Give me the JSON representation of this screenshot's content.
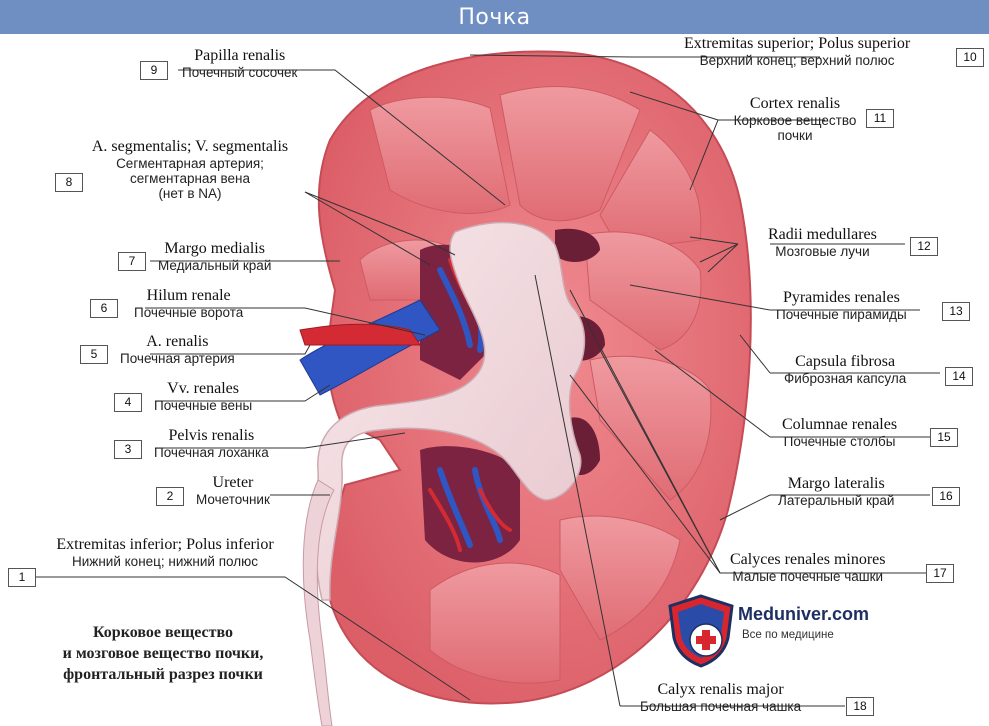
{
  "title": "Почка",
  "caption": [
    "Корковое вещество",
    "и мозговое вещество почки,",
    "фронтальный разрез почки"
  ],
  "logo": {
    "brand": "Meduniver.com",
    "slogan": "Все по медицине",
    "icon": "medical-cross-shield-icon"
  },
  "colors": {
    "header": "#6f8fc2",
    "cortex": "#e9737a",
    "pyramid": "#e8868c",
    "sinus": "#f2dde1",
    "artery": "#d42a34",
    "vein": "#2f56c2",
    "logo_red": "#d8262e",
    "logo_blue": "#1e2f63"
  },
  "labels": [
    {
      "num": "1",
      "latin": "Extremitas inferior; Polus inferior",
      "russian": "Нижний конец; нижний полюс"
    },
    {
      "num": "2",
      "latin": "Ureter",
      "russian": "Мочеточник"
    },
    {
      "num": "3",
      "latin": "Pelvis renalis",
      "russian": "Почечная лоханка"
    },
    {
      "num": "4",
      "latin": "Vv. renales",
      "russian": "Почечные вены"
    },
    {
      "num": "5",
      "latin": "A. renalis",
      "russian": "Почечная артерия"
    },
    {
      "num": "6",
      "latin": "Hilum renale",
      "russian": "Почечные ворота"
    },
    {
      "num": "7",
      "latin": "Margo medialis",
      "russian": "Медиальный край"
    },
    {
      "num": "8",
      "latin": "A. segmentalis; V. segmentalis",
      "russian": "Сегментарная артерия; сегментарная вена",
      "note": "(нет в NA)"
    },
    {
      "num": "9",
      "latin": "Papilla renalis",
      "russian": "Почечный сосочек"
    },
    {
      "num": "10",
      "latin": "Extremitas superior; Polus superior",
      "russian": "Верхний конец; верхний полюс"
    },
    {
      "num": "11",
      "latin": "Cortex renalis",
      "russian": "Корковое вещество почки"
    },
    {
      "num": "12",
      "latin": "Radii medullares",
      "russian": "Мозговые лучи"
    },
    {
      "num": "13",
      "latin": "Pyramides renales",
      "russian": "Почечные пирамиды"
    },
    {
      "num": "14",
      "latin": "Capsula fibrosa",
      "russian": "Фиброзная капсула"
    },
    {
      "num": "15",
      "latin": "Columnae renales",
      "russian": "Почечные столбы"
    },
    {
      "num": "16",
      "latin": "Margo lateralis",
      "russian": "Латеральный край"
    },
    {
      "num": "17",
      "latin": "Calyces renales minores",
      "russian": "Малые почечные чашки"
    },
    {
      "num": "18",
      "latin": "Calyx renalis major",
      "russian": "Большая почечная чашка"
    }
  ]
}
